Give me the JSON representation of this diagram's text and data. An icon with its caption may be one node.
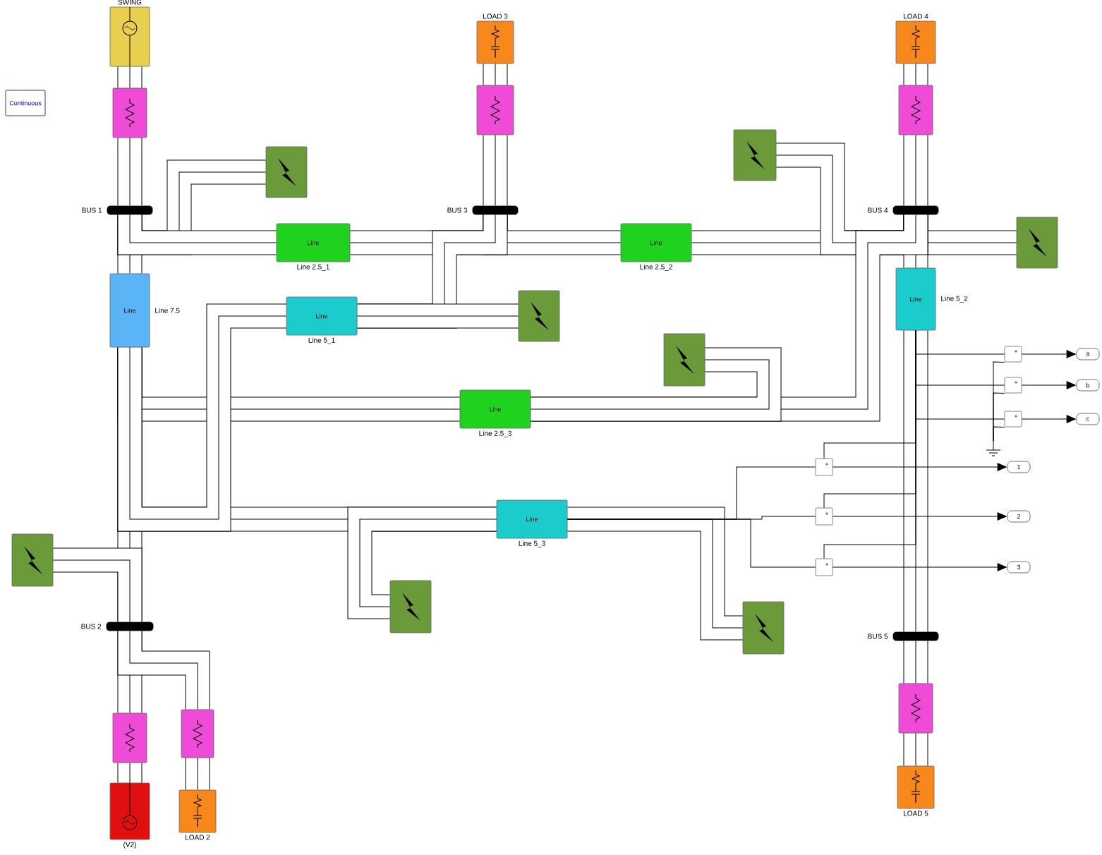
{
  "diagram": {
    "nodes": [
      {
        "text": [
          "Continuous"
        ]
      },
      {
        "text": [
          "SWING"
        ]
      },
      {
        "text": [],
        "shape": "box"
      },
      {
        "text": [
          "BUS 1"
        ]
      },
      {
        "text": [
          "LOAD 3"
        ]
      },
      {
        "text": [],
        "shape": "box"
      },
      {
        "text": [
          "BUS 3"
        ]
      },
      {
        "text": [
          "LOAD 4"
        ]
      },
      {
        "text": [],
        "shape": "box"
      },
      {
        "text": [
          "BUS 4"
        ]
      },
      {
        "text": [],
        "shape": "box"
      },
      {
        "text": [],
        "shape": "box"
      },
      {
        "text": [],
        "shape": "box"
      },
      {
        "text": [
          "Line",
          "Line 2.5_1"
        ]
      },
      {
        "text": [
          "Line",
          "Line 2.5_2"
        ]
      },
      {
        "text": [
          "Line",
          "Line 7.5"
        ]
      },
      {
        "text": [
          "Line",
          "Line 5_1"
        ]
      },
      {
        "text": [],
        "shape": "box"
      },
      {
        "text": [
          "Line",
          "Line 5_2"
        ]
      },
      {
        "text": [],
        "shape": "box"
      },
      {
        "text": [
          "Line",
          "Line 2.5_3"
        ]
      },
      {
        "text": [
          "Line",
          "Line 5_3"
        ]
      },
      {
        "text": [],
        "shape": "box"
      },
      {
        "text": [],
        "shape": "box"
      },
      {
        "text": [],
        "shape": "box"
      },
      {
        "text": [
          "BUS 2"
        ]
      },
      {
        "text": [],
        "shape": "box"
      },
      {
        "text": [],
        "shape": "box"
      },
      {
        "text": [
          "(V2)"
        ]
      },
      {
        "text": [
          "LOAD 2"
        ]
      },
      {
        "text": [
          "BUS 5"
        ]
      },
      {
        "text": [],
        "shape": "box"
      },
      {
        "text": [
          "LOAD 5"
        ]
      },
      {
        "text": [],
        "shape": "box"
      },
      {
        "text": [],
        "shape": "box"
      },
      {
        "text": [],
        "shape": "box"
      },
      {
        "text": [
          "a"
        ]
      },
      {
        "text": [
          "b"
        ]
      },
      {
        "text": [
          "c"
        ]
      },
      {
        "text": [],
        "shape": "box"
      },
      {
        "text": [],
        "shape": "box"
      },
      {
        "text": [],
        "shape": "box"
      },
      {
        "text": [
          "1"
        ]
      },
      {
        "text": [
          "2"
        ]
      },
      {
        "text": [
          "3"
        ]
      },
      {
        "text": [],
        "shape": "ground"
      }
    ],
    "edges": [
      {
        "from": 1,
        "to": 2,
        "arrow": "none"
      },
      {
        "from": 2,
        "to": 3,
        "arrow": "none"
      },
      {
        "from": 4,
        "to": 5,
        "arrow": "none"
      },
      {
        "from": 5,
        "to": 6,
        "arrow": "none"
      },
      {
        "from": 7,
        "to": 8,
        "arrow": "none"
      },
      {
        "from": 8,
        "to": 9,
        "arrow": "none"
      },
      {
        "from": 3,
        "to": 15,
        "arrow": "none"
      },
      {
        "from": 3,
        "to": 10,
        "arrow": "none"
      },
      {
        "from": 3,
        "to": 13,
        "arrow": "none"
      },
      {
        "from": 13,
        "to": 6,
        "arrow": "none"
      },
      {
        "from": 6,
        "to": 14,
        "arrow": "none"
      },
      {
        "from": 14,
        "to": 9,
        "arrow": "none"
      },
      {
        "from": 9,
        "to": 12,
        "arrow": "none"
      },
      {
        "from": 11,
        "to": 9,
        "arrow": "none"
      },
      {
        "from": 9,
        "to": 18,
        "arrow": "none"
      },
      {
        "from": 20,
        "to": 9,
        "arrow": "none"
      },
      {
        "from": 19,
        "to": 20,
        "arrow": "none"
      },
      {
        "from": 15,
        "to": 25,
        "arrow": "none"
      },
      {
        "from": 15,
        "to": 20,
        "arrow": "none"
      },
      {
        "from": 15,
        "to": 21,
        "arrow": "none"
      },
      {
        "from": 15,
        "to": 16,
        "arrow": "none"
      },
      {
        "from": 16,
        "to": 6,
        "arrow": "none"
      },
      {
        "from": 17,
        "to": 16,
        "arrow": "none"
      },
      {
        "from": 22,
        "to": 25,
        "arrow": "none"
      },
      {
        "from": 23,
        "to": 21,
        "arrow": "none"
      },
      {
        "from": 21,
        "to": 24,
        "arrow": "none"
      },
      {
        "from": 21,
        "to": 39,
        "arrow": "none"
      },
      {
        "from": 21,
        "to": 40,
        "arrow": "none"
      },
      {
        "from": 21,
        "to": 41,
        "arrow": "none"
      },
      {
        "from": 18,
        "to": 39,
        "arrow": "none"
      },
      {
        "from": 18,
        "to": 40,
        "arrow": "none"
      },
      {
        "from": 18,
        "to": 41,
        "arrow": "none"
      },
      {
        "from": 18,
        "to": 33,
        "arrow": "none"
      },
      {
        "from": 18,
        "to": 34,
        "arrow": "none"
      },
      {
        "from": 18,
        "to": 35,
        "arrow": "none"
      },
      {
        "from": 45,
        "to": 33,
        "arrow": "none"
      },
      {
        "from": 45,
        "to": 34,
        "arrow": "none"
      },
      {
        "from": 45,
        "to": 35,
        "arrow": "none"
      },
      {
        "from": 33,
        "to": 36,
        "arrow": "to"
      },
      {
        "from": 34,
        "to": 37,
        "arrow": "to"
      },
      {
        "from": 35,
        "to": 38,
        "arrow": "to"
      },
      {
        "from": 39,
        "to": 42,
        "arrow": "to"
      },
      {
        "from": 40,
        "to": 43,
        "arrow": "to"
      },
      {
        "from": 41,
        "to": 44,
        "arrow": "to"
      },
      {
        "from": 25,
        "to": 26,
        "arrow": "none"
      },
      {
        "from": 26,
        "to": 28,
        "arrow": "none"
      },
      {
        "from": 25,
        "to": 27,
        "arrow": "none"
      },
      {
        "from": 27,
        "to": 29,
        "arrow": "none"
      },
      {
        "from": 18,
        "to": 30,
        "arrow": "none"
      },
      {
        "from": 30,
        "to": 31,
        "arrow": "none"
      },
      {
        "from": 31,
        "to": 32,
        "arrow": "none"
      }
    ]
  }
}
